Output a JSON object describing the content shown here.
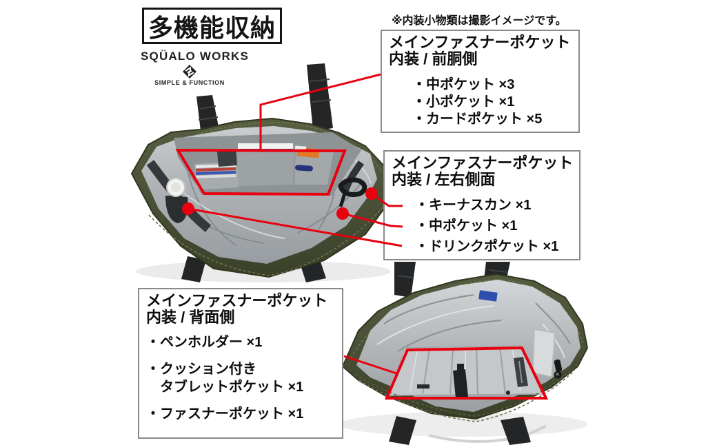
{
  "header": {
    "title": "多機能収納"
  },
  "brand": {
    "name": "SQÜALO WORKS",
    "tagline": "SIMPLE & FUNCTION",
    "mark_icon": "squalo-diamond-logo"
  },
  "note": "※内装小物類は撮影イメージです。",
  "callouts": {
    "front": {
      "title_line1": "メインファスナーポケット",
      "title_line2": "内装 / 前胴側",
      "items": [
        "・中ポケット ×3",
        "・小ポケット ×1",
        "・カードポケット ×5"
      ]
    },
    "sides": {
      "title_line1": "メインファスナーポケット",
      "title_line2": "内装 / 左右側面",
      "items": [
        "・キーナスカン ×1",
        "・中ポケット ×1",
        "・ドリンクポケット ×1"
      ]
    },
    "back": {
      "title_line1": "メインファスナーポケット",
      "title_line2": "内装 / 背面側",
      "items": [
        "・ペンホルダー ×1",
        "・クッション付き\n　タブレットポケット ×1",
        "・ファスナーポケット ×1"
      ]
    }
  },
  "colors": {
    "annotation_red": "#e8000f",
    "bag_olive": "#4a5138",
    "bag_olive_dark": "#363c27",
    "lining_gray": "#b3b7ba",
    "strap_black": "#232527",
    "box_border_gray": "#8a8a8a",
    "text_black": "#0d0d0d"
  }
}
